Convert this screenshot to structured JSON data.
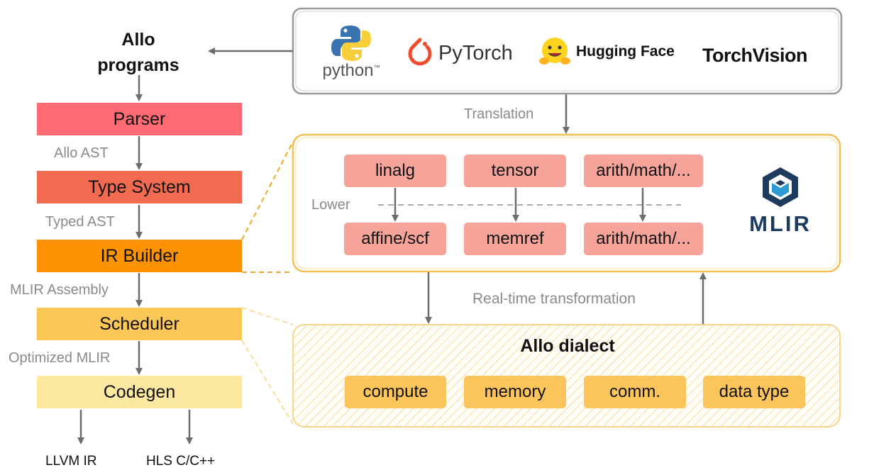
{
  "frontends": {
    "python": "python",
    "python_tm": "™",
    "pytorch": "PyTorch",
    "huggingface": "Hugging Face",
    "torchvision": "TorchVision"
  },
  "pipeline": {
    "input_title_line1": "Allo",
    "input_title_line2": "programs",
    "stages": [
      "Parser",
      "Type System",
      "IR Builder",
      "Scheduler",
      "Codegen"
    ],
    "edge_labels": [
      "Allo AST",
      "Typed AST",
      "MLIR Assembly",
      "Optimized MLIR"
    ],
    "outputs": [
      "LLVM IR",
      "HLS C/C++"
    ]
  },
  "translation_label": "Translation",
  "mlir": {
    "high_dialects": [
      "linalg",
      "tensor",
      "arith/math/..."
    ],
    "low_dialects": [
      "affine/scf",
      "memref",
      "arith/math/..."
    ],
    "lower_label": "Lower",
    "logo_text": "MLIR"
  },
  "realtime_label": "Real-time transformation",
  "allo_dialect": {
    "title": "Allo dialect",
    "ops": [
      "compute",
      "memory",
      "comm.",
      "data type"
    ]
  },
  "colors": {
    "parser": "#fe6b73",
    "type_system": "#f26a4f",
    "ir_builder": "#fd9300",
    "scheduler": "#fdc758",
    "codegen": "#fde8a2",
    "mlir_box_border": "#f5bf57",
    "dialect_fill": "#f6a49a",
    "allo_op_fill": "#fcc55c",
    "arrow": "#6d6d6d"
  }
}
